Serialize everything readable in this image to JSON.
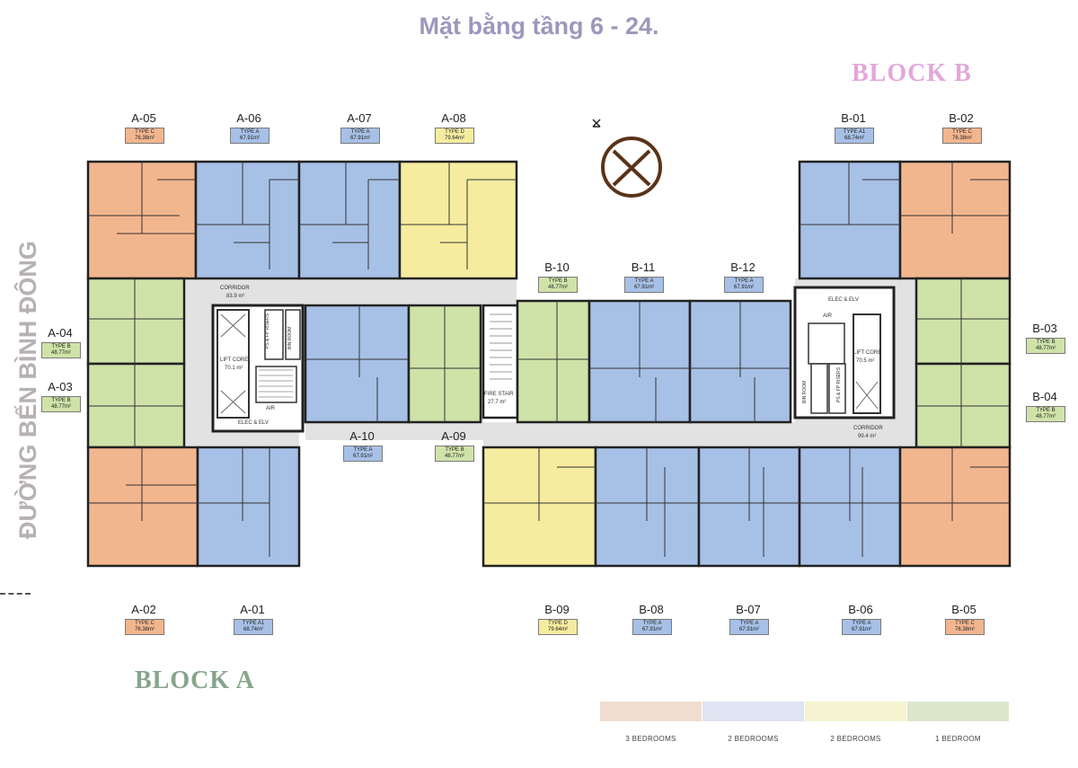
{
  "title": "Mặt bằng tầng 6 - 24.",
  "block_a_label": "BLOCK A",
  "block_b_label": "BLOCK B",
  "street_label": "ĐƯỜNG BẾN BÌNH ĐÔNG",
  "colors": {
    "3br": "#f2b68f",
    "2br_a": "#a7c0e6",
    "2br_d": "#f5ec9f",
    "1br": "#cfe3a9",
    "core": "#e2e2e2"
  },
  "units": {
    "a05": {
      "code": "A-05",
      "type": "TYPE C",
      "area": "76.38m²"
    },
    "a06": {
      "code": "A-06",
      "type": "TYPE A",
      "area": "67.91m²"
    },
    "a07": {
      "code": "A-07",
      "type": "TYPE A",
      "area": "67.91m²"
    },
    "a08": {
      "code": "A-08",
      "type": "TYPE D",
      "area": "79.64m²"
    },
    "b01": {
      "code": "B-01",
      "type": "TYPE A1",
      "area": "68.74m²"
    },
    "b02": {
      "code": "B-02",
      "type": "TYPE C",
      "area": "76.38m²"
    },
    "b10": {
      "code": "B-10",
      "type": "TYPE B",
      "area": "48.77m²"
    },
    "b11": {
      "code": "B-11",
      "type": "TYPE A",
      "area": "67.91m²"
    },
    "b12": {
      "code": "B-12",
      "type": "TYPE A",
      "area": "67.91m²"
    },
    "a04": {
      "code": "A-04",
      "type": "TYPE B",
      "area": "48.77m²"
    },
    "a03": {
      "code": "A-03",
      "type": "TYPE B",
      "area": "48.77m²"
    },
    "b03": {
      "code": "B-03",
      "type": "TYPE B",
      "area": "48.77m²"
    },
    "b04": {
      "code": "B-04",
      "type": "TYPE B",
      "area": "48.77m²"
    },
    "a10": {
      "code": "A-10",
      "type": "TYPE A",
      "area": "67.91m²"
    },
    "a09": {
      "code": "A-09",
      "type": "TYPE B",
      "area": "48.77m²"
    },
    "a02": {
      "code": "A-02",
      "type": "TYPE C",
      "area": "76.38m²"
    },
    "a01": {
      "code": "A-01",
      "type": "TYPE A1",
      "area": "68.74m²"
    },
    "b09": {
      "code": "B-09",
      "type": "TYPE D",
      "area": "79.64m²"
    },
    "b08": {
      "code": "B-08",
      "type": "TYPE A",
      "area": "67.91m²"
    },
    "b07": {
      "code": "B-07",
      "type": "TYPE A",
      "area": "67.91m²"
    },
    "b06": {
      "code": "B-06",
      "type": "TYPE A",
      "area": "67.91m²"
    },
    "b05": {
      "code": "B-05",
      "type": "TYPE C",
      "area": "76.38m²"
    }
  },
  "core_labels": {
    "corridor_a": "CORRIDOR",
    "corridor_a_area": "83.9 m²",
    "corridor_b": "CORRIDOR",
    "corridor_b_area": "99.4 m²",
    "lift_core": "LIFT CORE",
    "lift_core_a_area": "70.1 m²",
    "lift_core_b_area": "70.5 m²",
    "elec_elv": "ELEC & ELV",
    "air": "AIR",
    "risers": "PS & FP RISERS",
    "bin_room": "BIN ROOM",
    "fire_stair": "FIRE STAIR",
    "fire_stair_area": "27.7 m²"
  },
  "legend": [
    {
      "label": "3 BEDROOMS",
      "color": "#f0ddd0"
    },
    {
      "label": "2 BEDROOMS",
      "color": "#dfe4f2"
    },
    {
      "label": "2 BEDROOMS",
      "color": "#f6f4d0"
    },
    {
      "label": "1 BEDROOM",
      "color": "#dbe6cb"
    }
  ]
}
